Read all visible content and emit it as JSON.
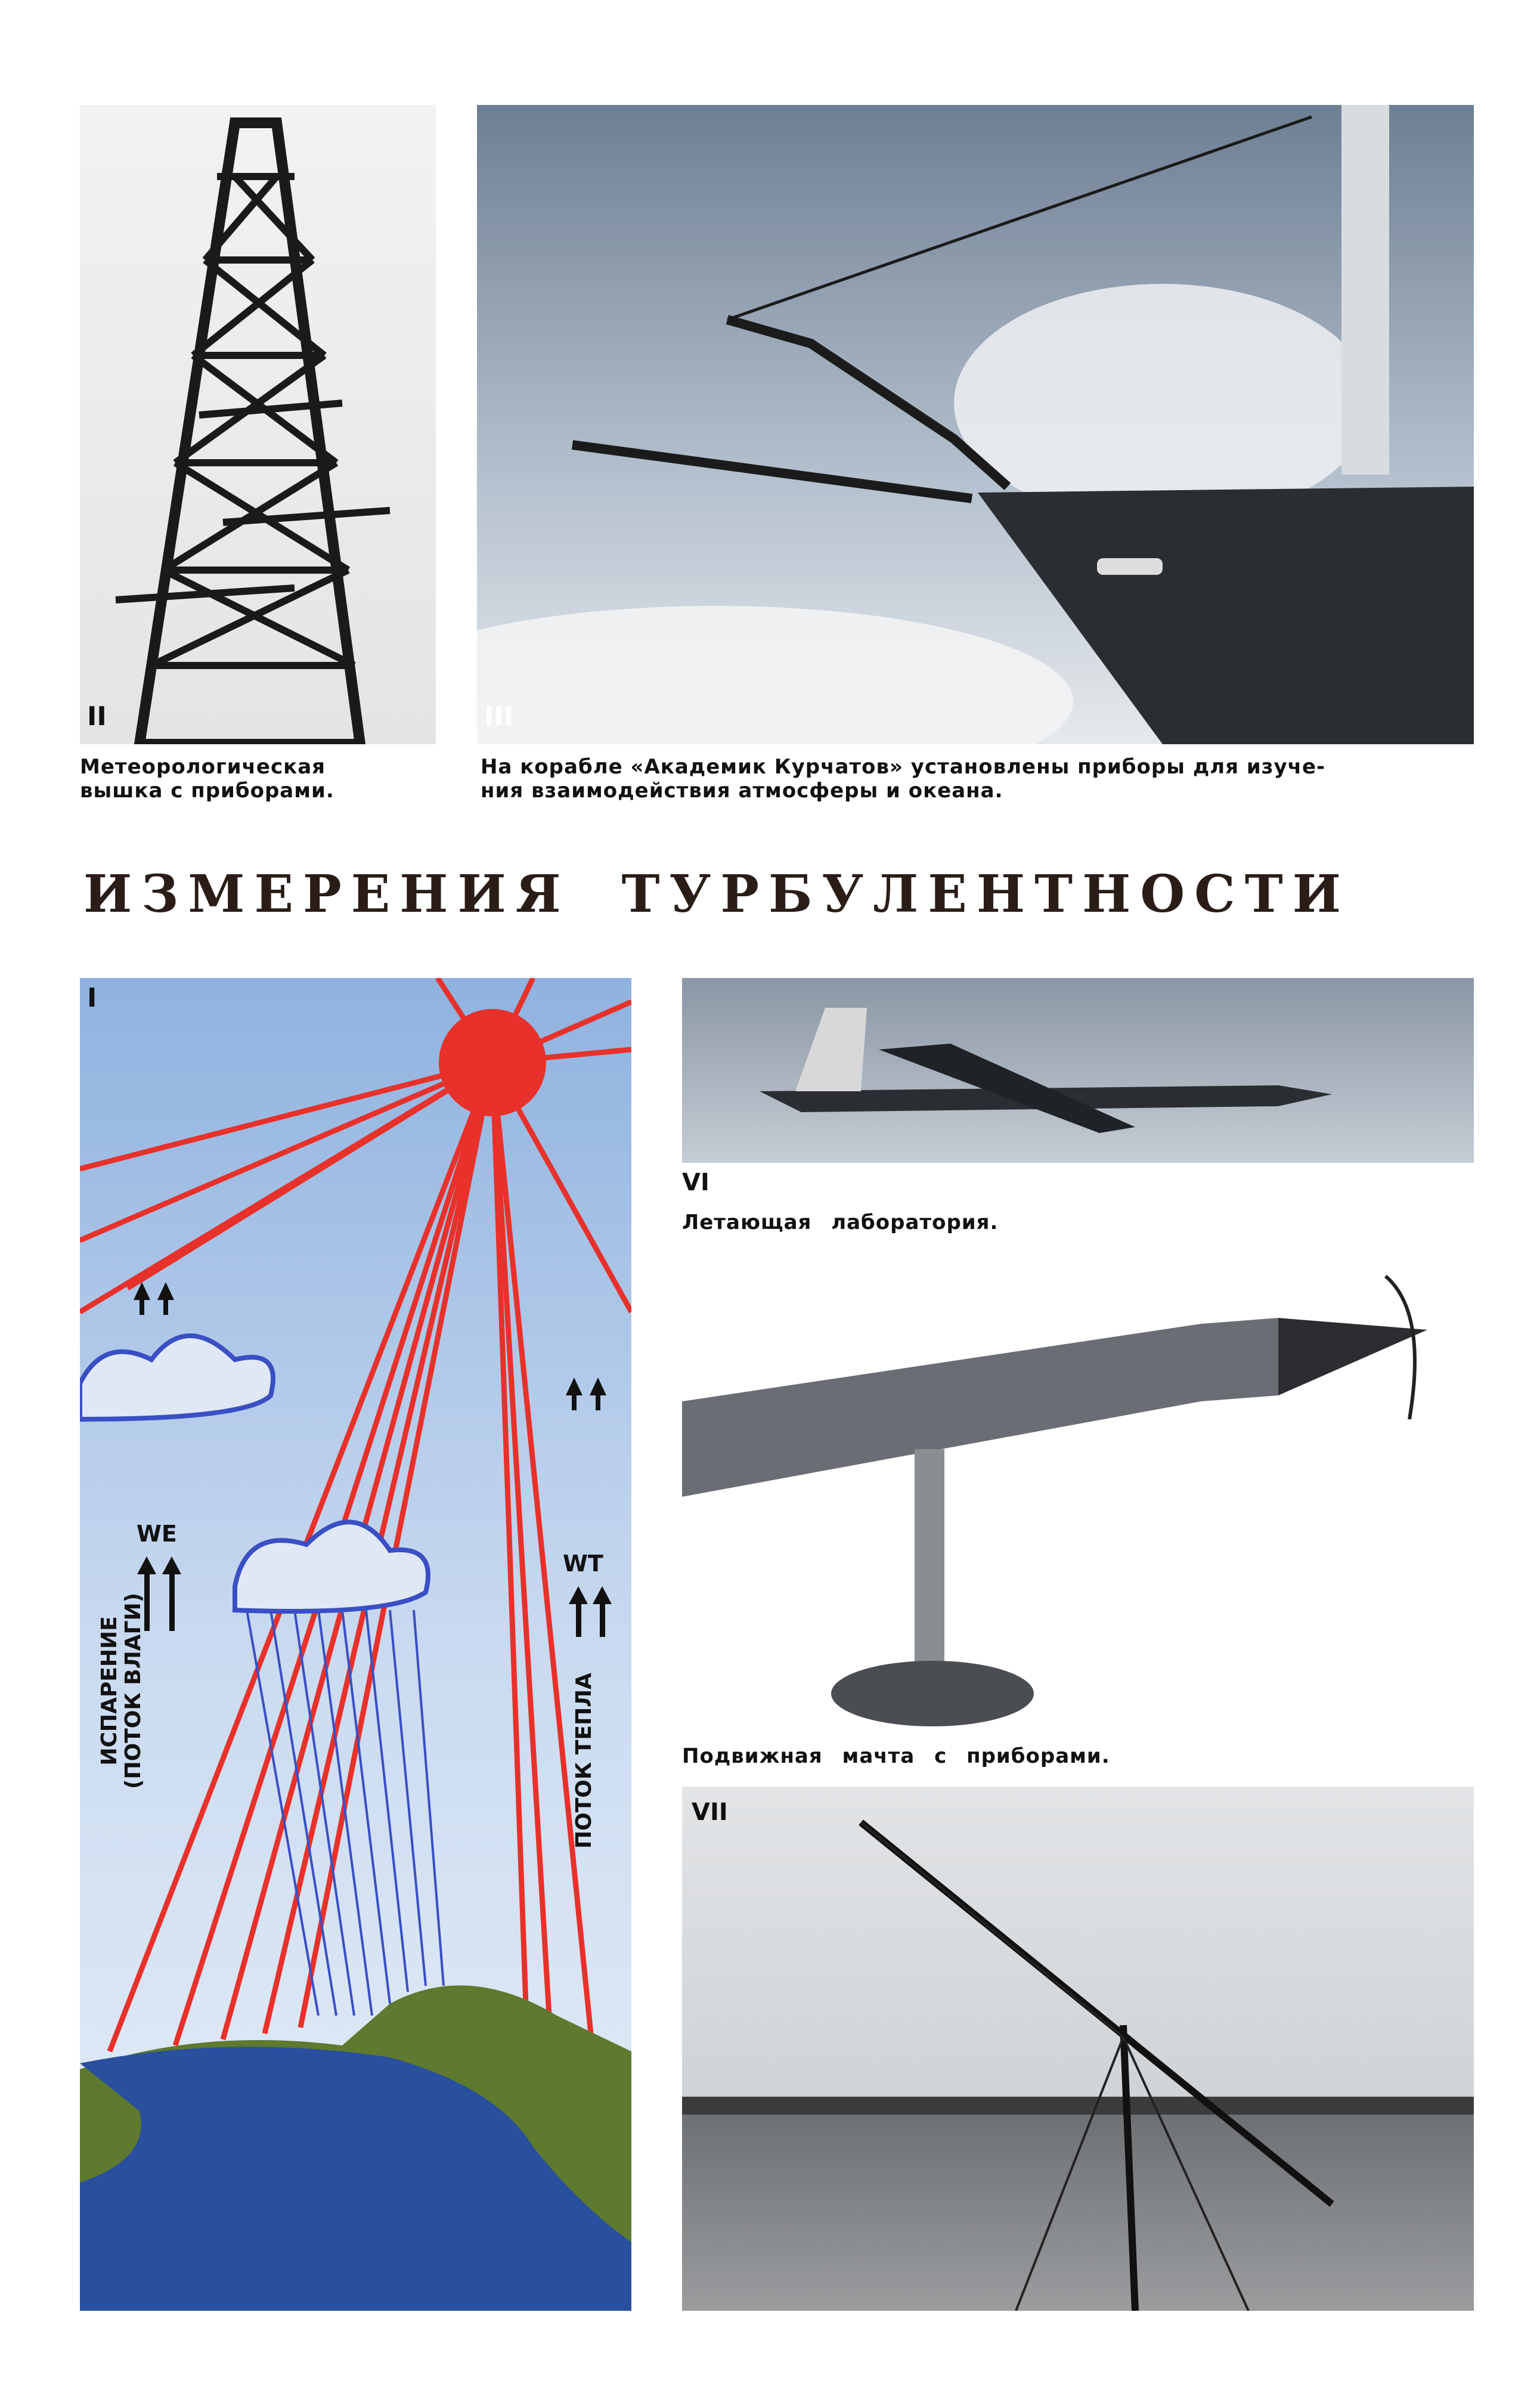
{
  "figures": {
    "tower": {
      "label": "II",
      "caption_line1": "Метеорологическая",
      "caption_line2": "вышка с приборами."
    },
    "ship": {
      "label": "III",
      "caption_line1": "На корабле «Академик Курчатов» установлены приборы для изуче-",
      "caption_line2": "ния взаимодействия атмосферы и океана."
    },
    "diagram": {
      "label": "I",
      "we_label": "WE",
      "wt_label": "WT",
      "evaporation_line1": "ИСПАРЕНИЕ",
      "evaporation_line2": "(ПОТОК ВЛАГИ)",
      "heat_flow": "ПОТОК ТЕПЛА"
    },
    "plane": {
      "label": "VI",
      "caption": "Летающая лаборатория."
    },
    "probe": {
      "caption": "Подвижная мачта с приборами."
    },
    "field_mast": {
      "label": "VII"
    }
  },
  "title": "ИЗМЕРЕНИЯ ТУРБУЛЕНТНОСТИ",
  "colors": {
    "sun": "#e8312a",
    "rain": "#3a4fc4",
    "sea": "#2a4f9e",
    "land": "#5d7a2e",
    "sky": "#b9cde8",
    "title": "#2a1d17"
  }
}
